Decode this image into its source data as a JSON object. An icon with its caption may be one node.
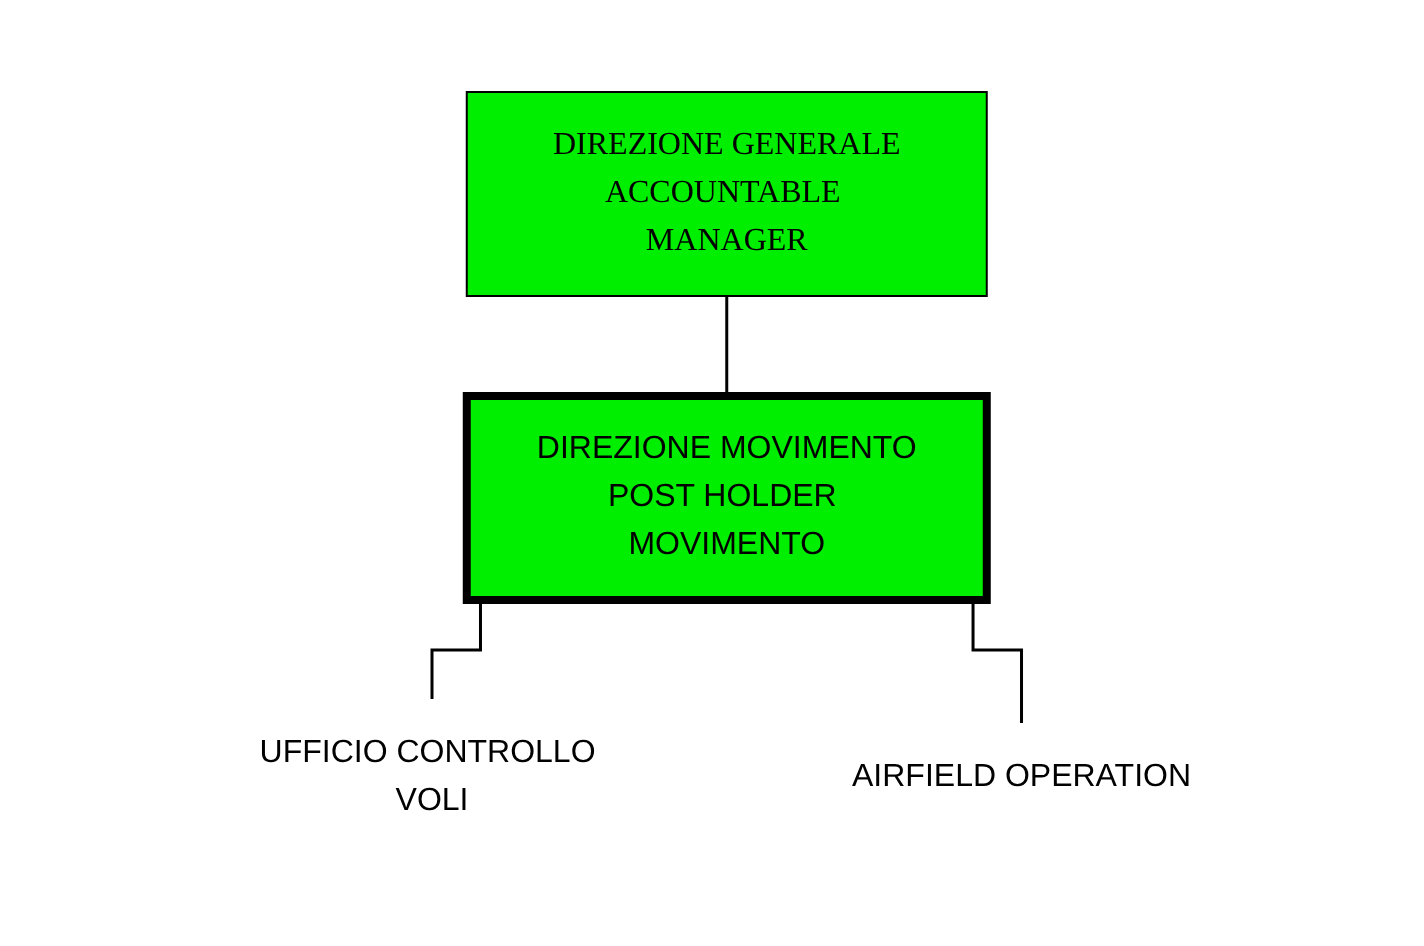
{
  "diagram": {
    "nodes": [
      {
        "text": [
          "DIREZIONE GENERALE",
          "ACCOUNTABLE MANAGER"
        ]
      },
      {
        "text": [
          "DIREZIONE MOVIMENTO",
          "POST HOLDER MOVIMENTO"
        ]
      },
      {
        "text": [
          "UFFICIO CONTROLLO VOLI"
        ]
      },
      {
        "text": [
          "AIRFIELD OPERATION"
        ]
      }
    ],
    "edges": [
      {
        "from": 0,
        "to": 1,
        "arrow": "none"
      },
      {
        "from": 1,
        "to": 2,
        "arrow": "none"
      },
      {
        "from": 1,
        "to": 3,
        "arrow": "none"
      }
    ]
  }
}
